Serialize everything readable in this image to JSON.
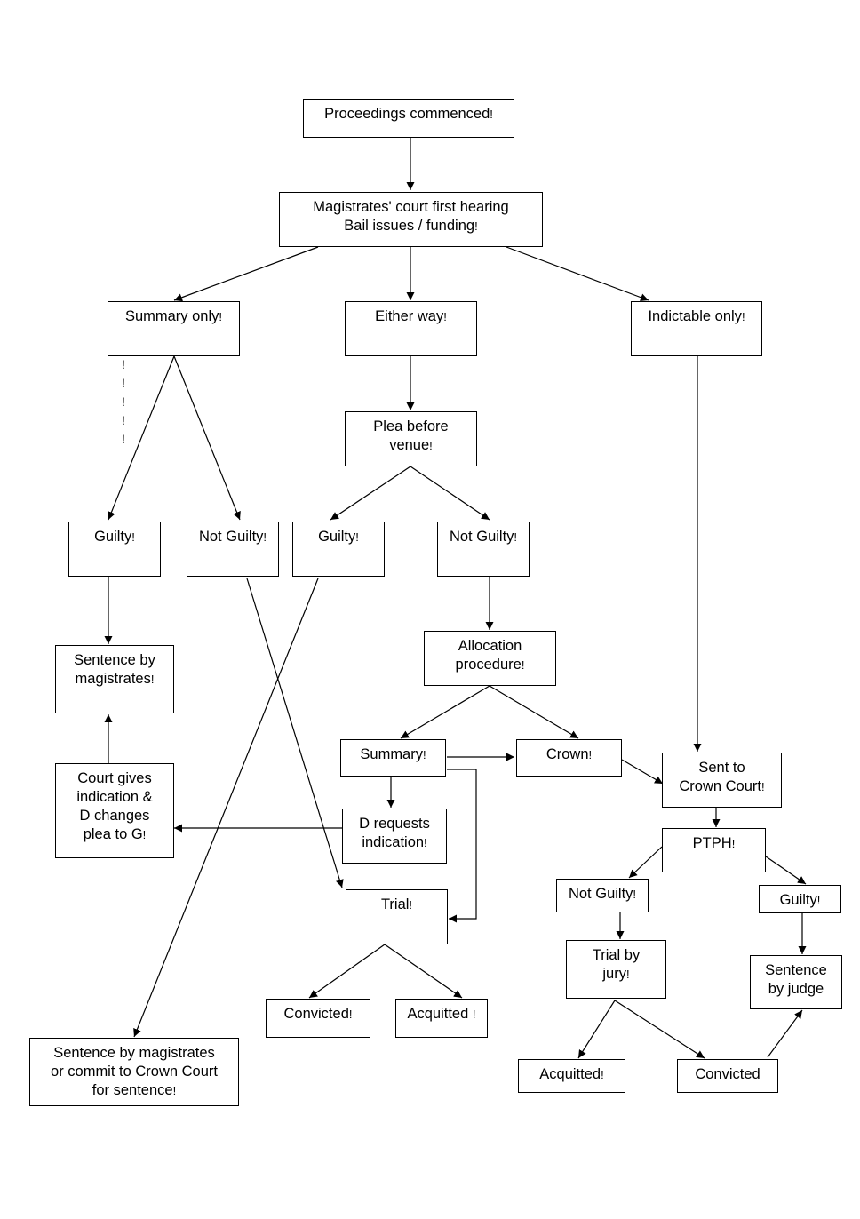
{
  "nodes": {
    "proceedings": [
      "Proceedings commenced"
    ],
    "first_hearing": [
      "Magistrates' court first hearing",
      "Bail issues / funding"
    ],
    "summary_only": [
      "Summary only"
    ],
    "either_way": [
      "Either way"
    ],
    "indictable_only": [
      "Indictable only"
    ],
    "plea_before_venue": [
      "Plea before",
      "venue"
    ],
    "so_guilty": [
      "Guilty"
    ],
    "so_not_guilty": [
      "Not Guilty"
    ],
    "ew_guilty": [
      "Guilty"
    ],
    "ew_not_guilty": [
      "Not Guilty"
    ],
    "sentence_mags": [
      "Sentence by",
      "magistrates"
    ],
    "allocation": [
      "Allocation",
      "procedure"
    ],
    "court_indication": [
      "Court gives",
      "indication &",
      "D changes",
      "plea to G"
    ],
    "alloc_summary": [
      "Summary"
    ],
    "alloc_crown": [
      "Crown"
    ],
    "sent_crown": [
      "Sent to",
      "Crown Court"
    ],
    "d_requests": [
      "D requests",
      "indication"
    ],
    "ptph": [
      "PTPH"
    ],
    "trial": [
      "Trial"
    ],
    "cc_not_guilty": [
      "Not Guilty"
    ],
    "cc_guilty": [
      "Guilty"
    ],
    "trial_jury": [
      "Trial by",
      "jury"
    ],
    "sentence_judge": [
      "Sentence",
      "by judge"
    ],
    "mags_convicted": [
      "Convicted"
    ],
    "mags_acquitted": [
      "Acquitted "
    ],
    "sentence_commit": [
      "Sentence by magistrates",
      "or commit to Crown Court",
      "for sentence"
    ],
    "cc_acquitted": [
      "Acquitted"
    ],
    "cc_convicted": [
      "Convicted"
    ]
  },
  "bang_nodes": [
    "proceedings",
    "first_hearing",
    "summary_only",
    "either_way",
    "indictable_only",
    "plea_before_venue",
    "so_guilty",
    "so_not_guilty",
    "ew_guilty",
    "ew_not_guilty",
    "sentence_mags",
    "allocation",
    "court_indication",
    "alloc_summary",
    "alloc_crown",
    "sent_crown",
    "d_requests",
    "ptph",
    "trial",
    "cc_not_guilty",
    "cc_guilty",
    "trial_jury",
    "mags_convicted",
    "mags_acquitted",
    "sentence_commit",
    "cc_acquitted"
  ],
  "bang_glyph": "!",
  "dotted_marks": [
    "!",
    "!",
    "!",
    "!",
    "!"
  ],
  "edges": [
    {
      "from": "proceedings",
      "to": "first_hearing"
    },
    {
      "from": "first_hearing",
      "to": "summary_only"
    },
    {
      "from": "first_hearing",
      "to": "either_way"
    },
    {
      "from": "first_hearing",
      "to": "indictable_only"
    },
    {
      "from": "either_way",
      "to": "plea_before_venue"
    },
    {
      "from": "summary_only",
      "to": "so_guilty"
    },
    {
      "from": "summary_only",
      "to": "so_not_guilty"
    },
    {
      "from": "plea_before_venue",
      "to": "ew_guilty"
    },
    {
      "from": "plea_before_venue",
      "to": "ew_not_guilty"
    },
    {
      "from": "so_guilty",
      "to": "sentence_mags"
    },
    {
      "from": "ew_not_guilty",
      "to": "allocation"
    },
    {
      "from": "court_indication",
      "to": "sentence_mags"
    },
    {
      "from": "allocation",
      "to": "alloc_summary"
    },
    {
      "from": "allocation",
      "to": "alloc_crown"
    },
    {
      "from": "alloc_summary",
      "to": "alloc_crown"
    },
    {
      "from": "alloc_crown",
      "to": "sent_crown"
    },
    {
      "from": "indictable_only",
      "to": "sent_crown"
    },
    {
      "from": "alloc_summary",
      "to": "d_requests"
    },
    {
      "from": "d_requests",
      "to": "court_indication"
    },
    {
      "from": "alloc_summary",
      "to": "trial"
    },
    {
      "from": "so_not_guilty",
      "to": "trial"
    },
    {
      "from": "ew_guilty",
      "to": "sentence_commit"
    },
    {
      "from": "sent_crown",
      "to": "ptph"
    },
    {
      "from": "ptph",
      "to": "cc_not_guilty"
    },
    {
      "from": "ptph",
      "to": "cc_guilty"
    },
    {
      "from": "cc_not_guilty",
      "to": "trial_jury"
    },
    {
      "from": "cc_guilty",
      "to": "sentence_judge"
    },
    {
      "from": "trial",
      "to": "mags_convicted"
    },
    {
      "from": "trial",
      "to": "mags_acquitted"
    },
    {
      "from": "trial_jury",
      "to": "cc_acquitted"
    },
    {
      "from": "trial_jury",
      "to": "cc_convicted"
    },
    {
      "from": "cc_convicted",
      "to": "sentence_judge"
    }
  ]
}
